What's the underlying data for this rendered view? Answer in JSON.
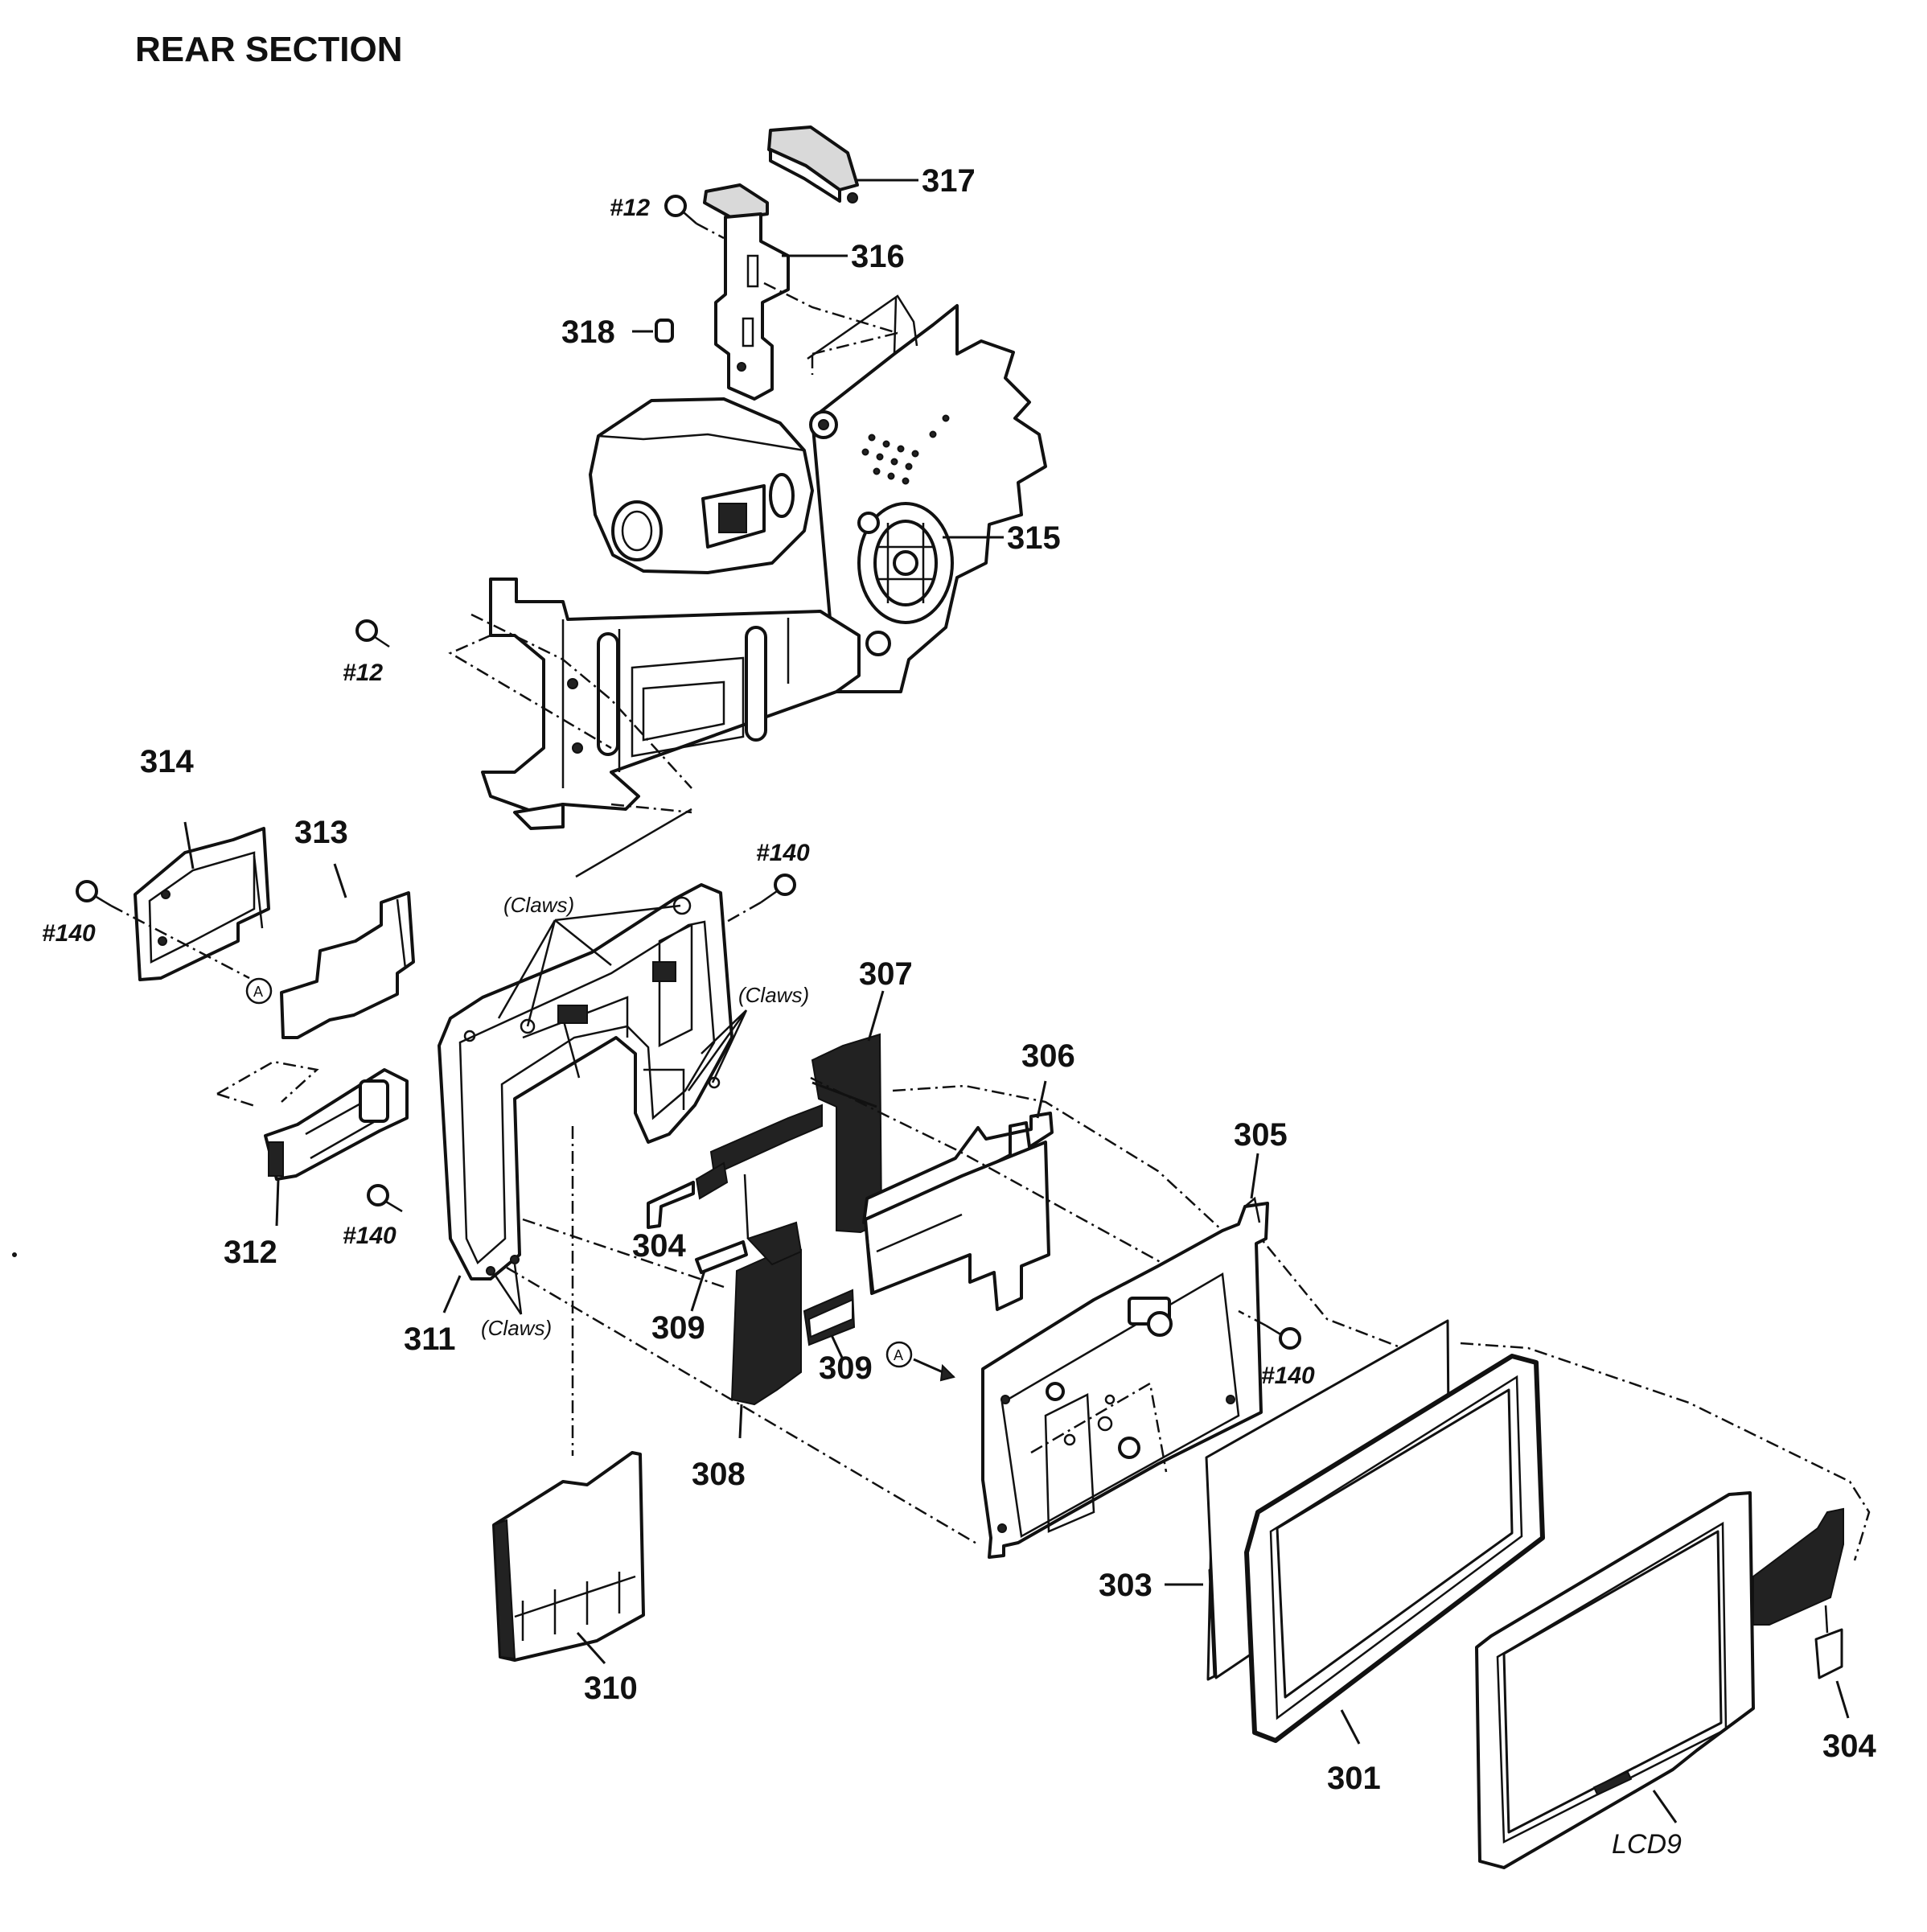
{
  "title": "REAR SECTION",
  "parts": {
    "p317": "317",
    "p316": "316",
    "p318": "318",
    "p315": "315",
    "p314": "314",
    "p313": "313",
    "p312": "312",
    "p311": "311",
    "p310": "310",
    "p309a": "309",
    "p309b": "309",
    "p308": "308",
    "p307": "307",
    "p306": "306",
    "p305": "305",
    "p304a": "304",
    "p304b": "304",
    "p303": "303",
    "p301": "301",
    "lcd9": "LCD9"
  },
  "screws": {
    "s12_top": "#12",
    "s12_left": "#12",
    "s140_a": "#140",
    "s140_b": "#140",
    "s140_c": "#140",
    "s140_d": "#140"
  },
  "notes": {
    "claws_top": "(Claws)",
    "claws_right": "(Claws)",
    "claws_bottom": "(Claws)"
  },
  "markers": {
    "ref_a1": "A",
    "ref_a2": "A"
  }
}
